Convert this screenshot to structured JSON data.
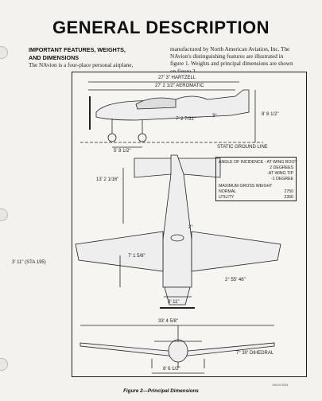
{
  "header": {
    "title": "GENERAL DESCRIPTION"
  },
  "section": {
    "heading_line1": "IMPORTANT FEATURES, WEIGHTS,",
    "heading_line2": "AND DIMENSIONS",
    "para_col1": "The NAvion is a four-place personal airplane,",
    "para_col2": "manufactured by North American Aviation, Inc. The NAvion's distinguishing features are illustrated in figure 1. Weights and principal dimensions are shown on figure 2."
  },
  "figure": {
    "caption": "Figure 2—Principal Dimensions",
    "ref_code": "148-00-4004",
    "side_view": {
      "length_hartzell": "27' 3\" HARTZELL",
      "length_aeromatic": "27' 2 1/2\" AEROMATIC",
      "cabin_height": "7' 2 7/32\"",
      "tail_angle": "3°",
      "tail_height": "8' 8 1/2\"",
      "gear_dim": "5' 8 1/2\"",
      "ground_line": "STATIC GROUND LINE"
    },
    "plan_view": {
      "stab_chord": "13' 2 1/16\"",
      "wing_angle": "2°",
      "wing_root_dim": "7' 1 5/8\"",
      "station_dim": "3' 11\" (STA 195)",
      "sweep_angle": "2° 55' 46\"",
      "tread": "3' 11\""
    },
    "front_view": {
      "span": "33' 4 5/8\"",
      "dihedral": "7° 30' DIHEDRAL",
      "gear_tread": "8' 6 1/2\""
    },
    "info_box": {
      "incidence_title": "ANGLE OF INCIDENCE - AT WING ROOT",
      "incidence_root": "2 DEGREES",
      "incidence_tip": "-AT WING TIP",
      "incidence_tip_val": "-1 DEGREE",
      "weight_title": "MAXIMUM GROSS WEIGHT",
      "normal_label": "NORMAL",
      "normal_value": "2750",
      "utility_label": "UTILITY",
      "utility_value": "2350"
    }
  }
}
